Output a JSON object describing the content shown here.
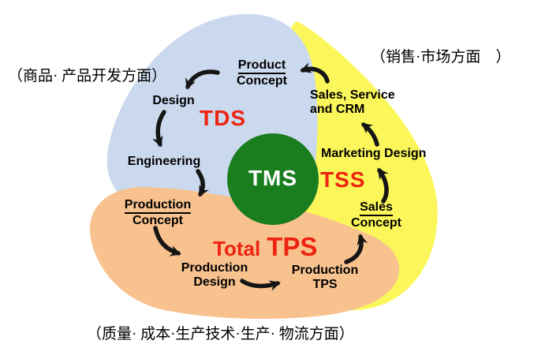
{
  "colors": {
    "tds_region_blue": "#CBD9EE",
    "tss_region_yellow": "#FBF75A",
    "tps_region_orange": "#F8C28F",
    "tms_circle_green": "#1A7D1E",
    "accent_red": "#EE2311",
    "tms_label_white": "#FFFFFF",
    "arrow_black": "#151515"
  },
  "captions": {
    "product_development": "（商品· 产品开发方面）",
    "sales_market": "（销售·市场方面　）",
    "quality_cost_logistics": "（质量· 成本·生产技术·生产· 物流方面）"
  },
  "regions": {
    "tds_label": "TDS",
    "tss_label": "TSS",
    "tms_label": "TMS",
    "tps_prefix": "Total",
    "tps_label": "TPS"
  },
  "nodes": {
    "product_concept": {
      "line1": "Product",
      "line2": "Concept"
    },
    "design": {
      "label": "Design"
    },
    "engineering": {
      "label": "Engineering"
    },
    "production_concept": {
      "line1": "Production",
      "line2": "Concept"
    },
    "production_design": {
      "line1": "Production",
      "line2": "Design"
    },
    "production_tps": {
      "line1": "Production",
      "line2": "TPS"
    },
    "sales_service_crm": {
      "line1": "Sales, Service",
      "line2": "and CRM"
    },
    "marketing_design": {
      "label": "Marketing Design"
    },
    "sales_concept": {
      "line1": "Sales",
      "line2": "Concept"
    }
  }
}
